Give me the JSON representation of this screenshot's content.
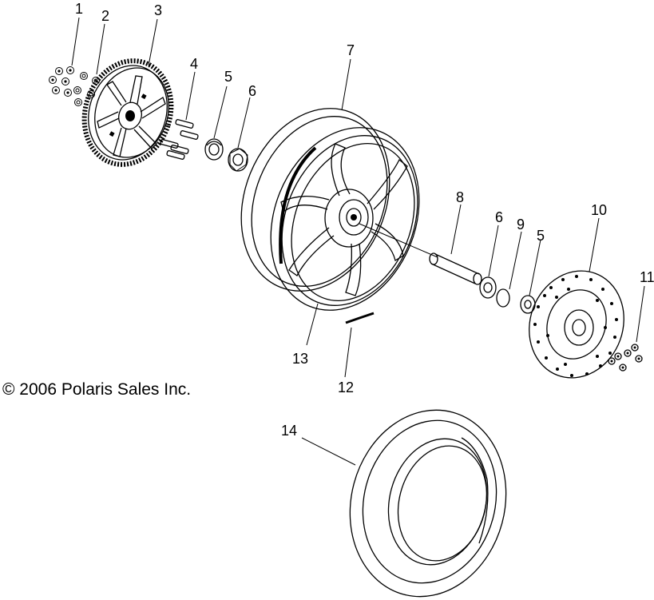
{
  "copyright": "© 2006 Polaris Sales Inc.",
  "callouts": [
    "1",
    "2",
    "3",
    "4",
    "5",
    "6",
    "7",
    "8",
    "6",
    "9",
    "5",
    "10",
    "11",
    "13",
    "12",
    "14"
  ],
  "parts": [
    "nut-cluster",
    "washer-cluster",
    "drive-sprocket",
    "stud-set",
    "seal-left",
    "bearing-left",
    "wheel-rim",
    "axle-spacer",
    "bearing-right",
    "snap-ring",
    "seal-right",
    "brake-rotor",
    "rotor-bolts",
    "rim-strip",
    "valve-weight",
    "tire"
  ]
}
